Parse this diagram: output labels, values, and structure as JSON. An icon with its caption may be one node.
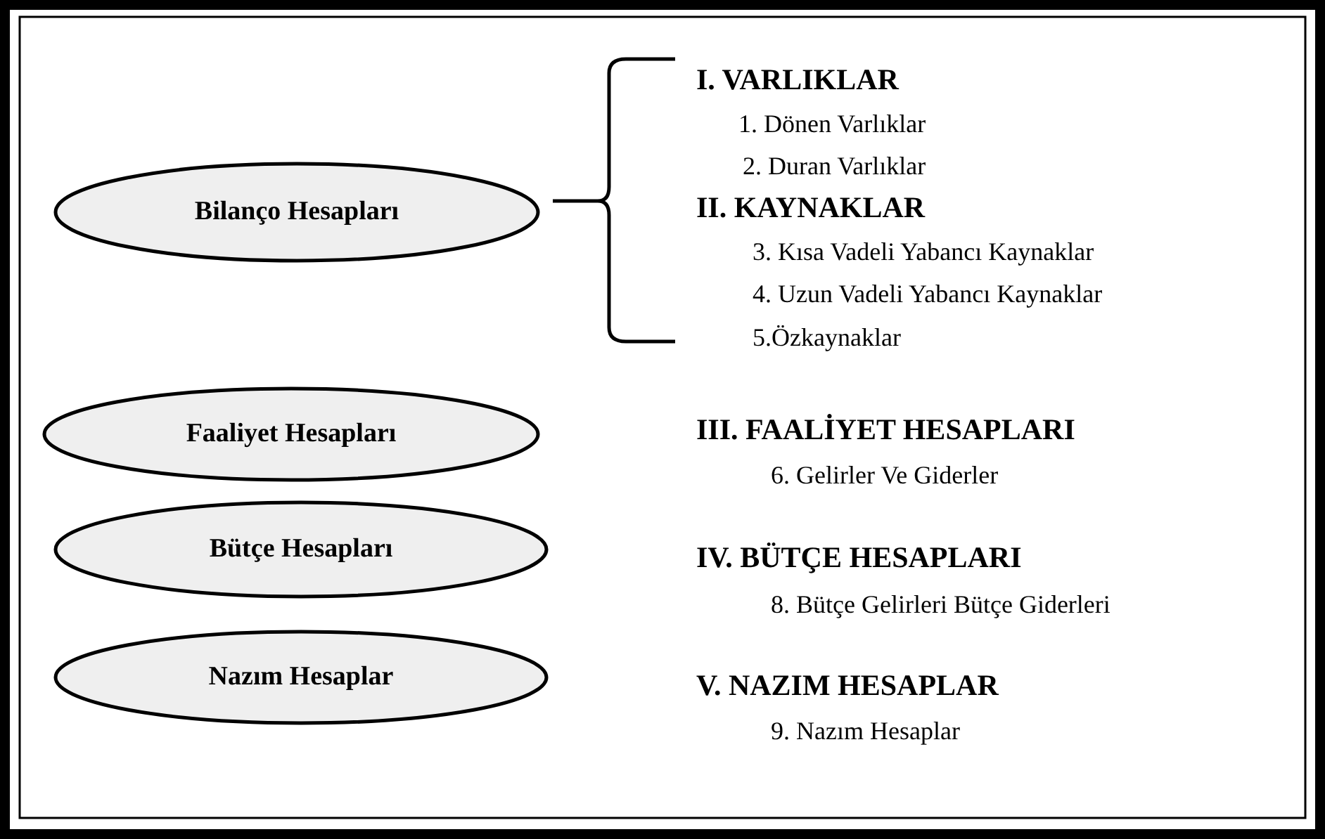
{
  "diagram": {
    "nodes": [
      {
        "text": [
          "Bilanço Hesapları"
        ]
      },
      {
        "text": [
          "Faaliyet Hesapları"
        ]
      },
      {
        "text": [
          "Bütçe Hesapları"
        ]
      },
      {
        "text": [
          "Nazım Hesaplar"
        ]
      }
    ],
    "labels": [
      "I. VARLIKLAR",
      "1. Dönen Varlıklar",
      "2. Duran Varlıklar",
      "II. KAYNAKLAR",
      "3. Kısa Vadeli Yabancı Kaynaklar",
      "4. Uzun Vadeli Yabancı Kaynaklar",
      "5.Özkaynaklar",
      "III. FAALİYET HESAPLARI",
      "6. Gelirler Ve Giderler",
      "IV. BÜTÇE HESAPLARI",
      "8. Bütçe Gelirleri Bütçe Giderleri",
      "V. NAZIM HESAPLAR",
      "9. Nazım Hesaplar"
    ]
  }
}
